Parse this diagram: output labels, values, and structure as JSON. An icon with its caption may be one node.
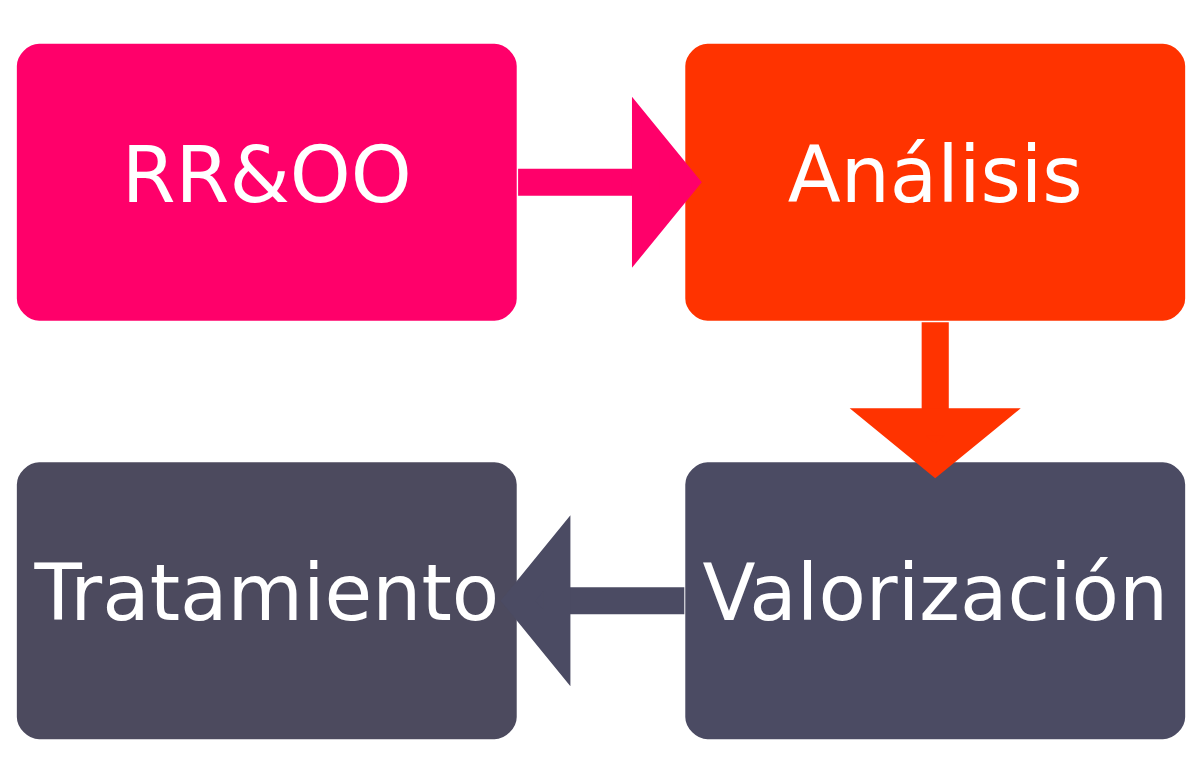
{
  "diagram": {
    "nodes": [
      {
        "text": [
          "RR&OO"
        ]
      },
      {
        "text": [
          "Análisis"
        ]
      },
      {
        "text": [
          "Valorización"
        ]
      },
      {
        "text": [
          "Tratamiento"
        ]
      }
    ],
    "edges": [
      {
        "from": 0,
        "to": 1,
        "arrow": "to",
        "color": "#ff006a"
      },
      {
        "from": 1,
        "to": 2,
        "arrow": "to",
        "color": "#ff3300"
      },
      {
        "from": 2,
        "to": 3,
        "arrow": "to",
        "color": "#4b4b63"
      }
    ]
  }
}
